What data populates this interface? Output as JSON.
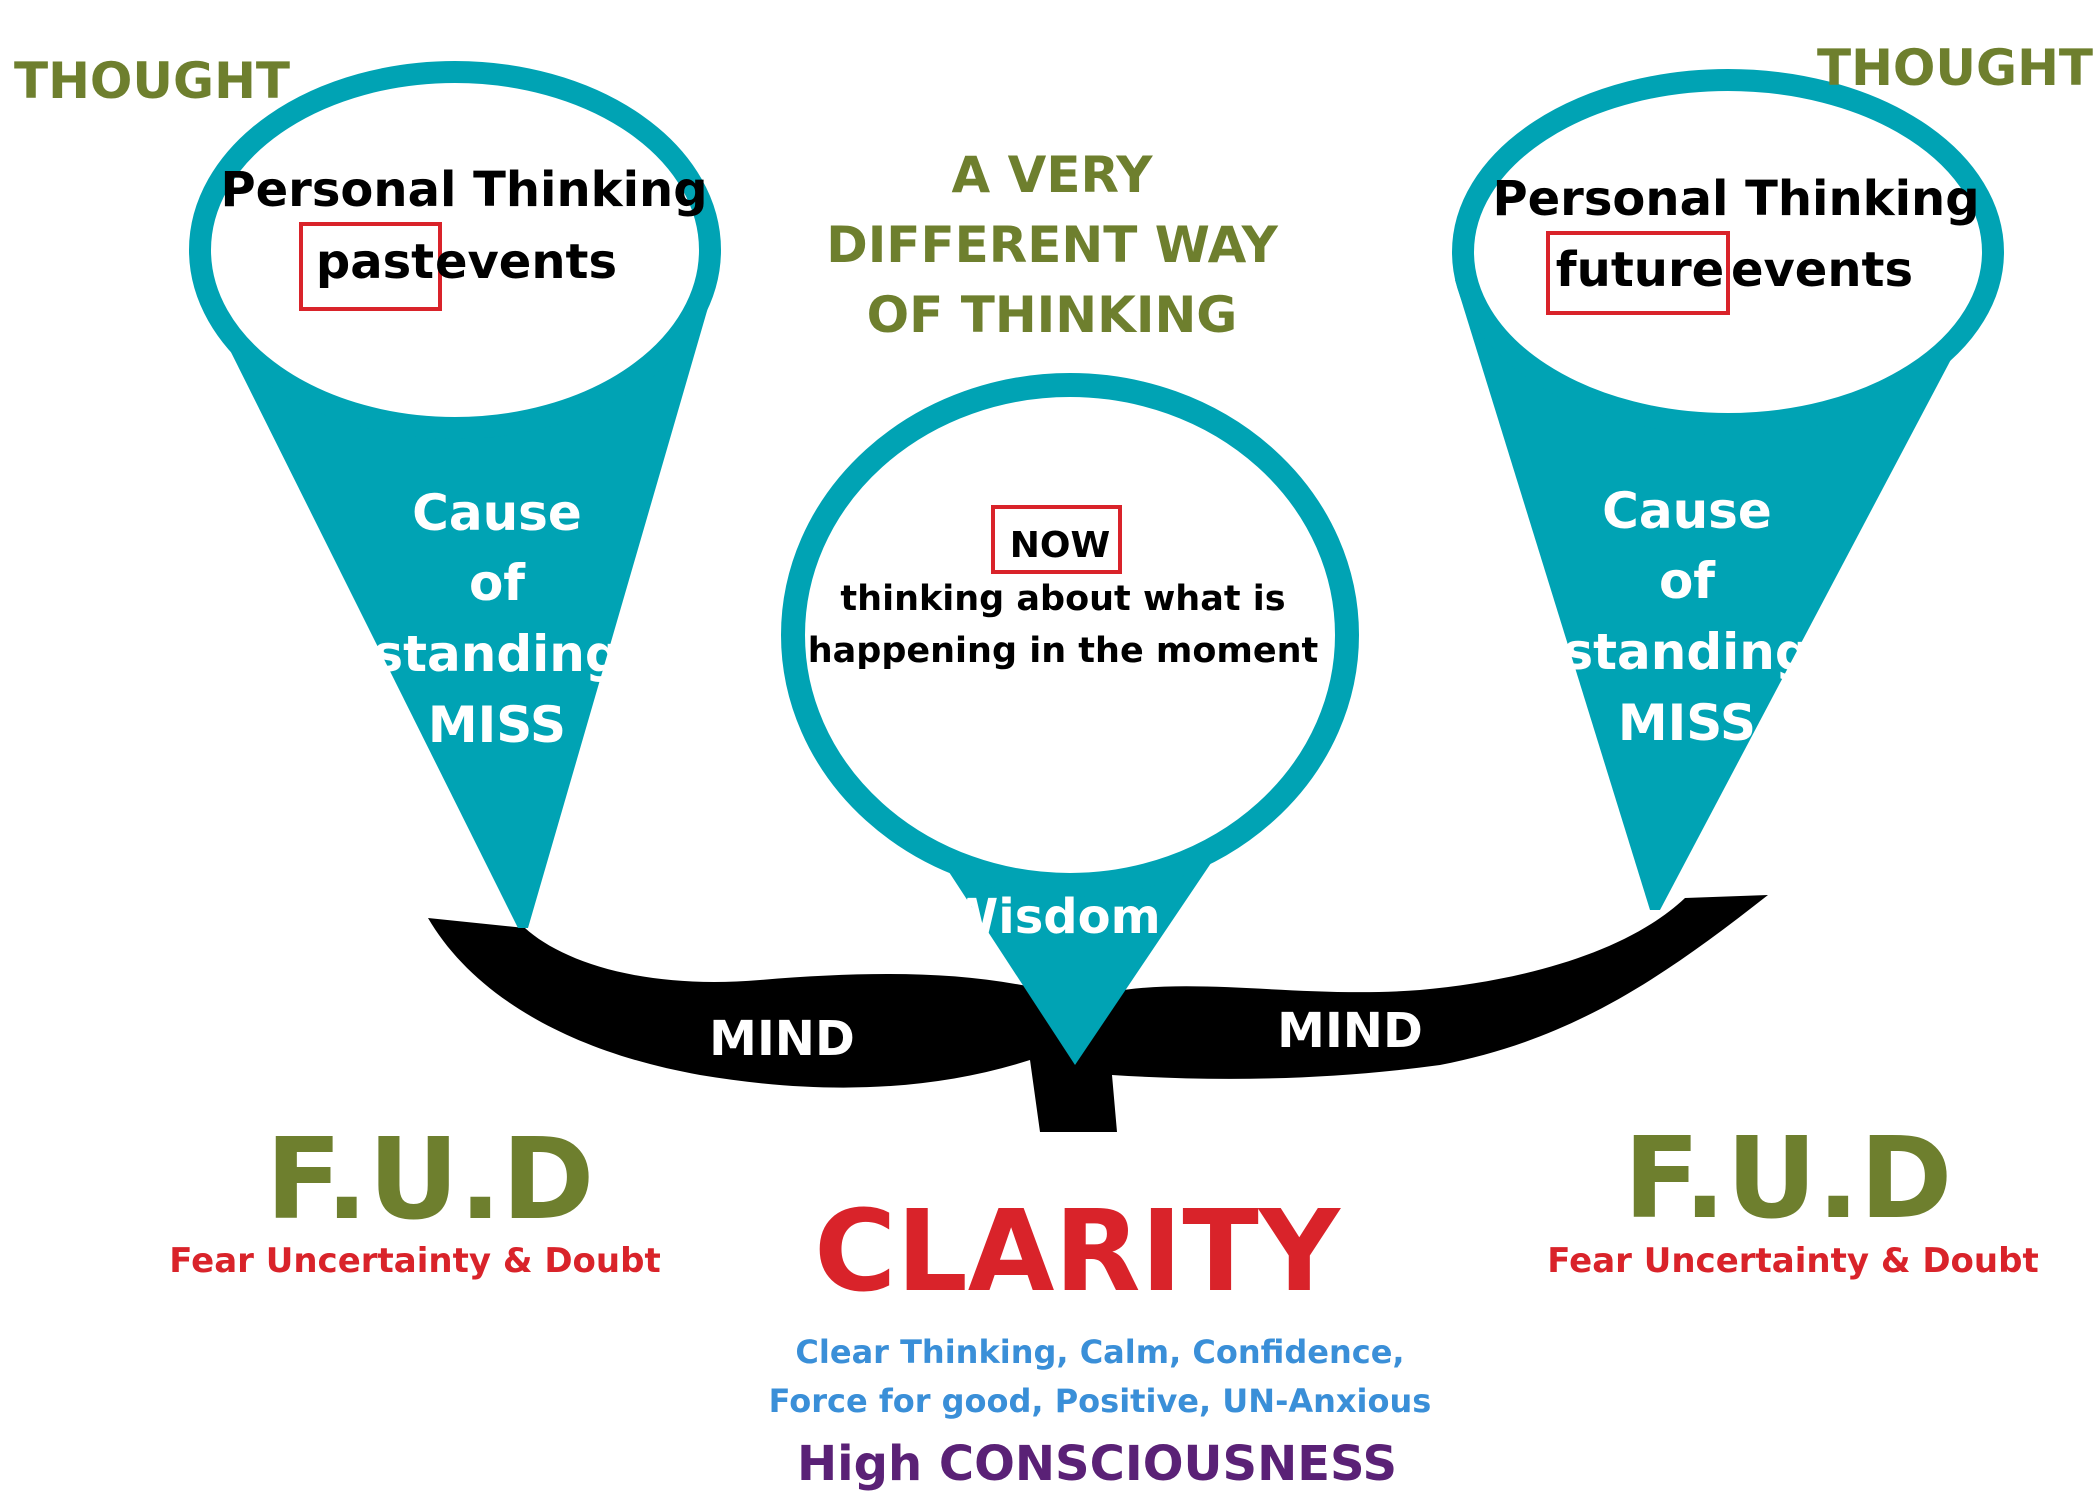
{
  "colors": {
    "teal": "#00a3b4",
    "olive": "#6e7f2e",
    "red": "#d9232a",
    "blue": "#3a8fd8",
    "purple": "#5a2176",
    "black": "#000000"
  },
  "left": {
    "thought": "THOUGHT",
    "bubble_line1": "Personal Thinking",
    "bubble_boxed": "past",
    "bubble_rest": "events",
    "cone_lines": [
      "Cause",
      "of",
      "standing",
      "MISS"
    ],
    "mind": "MIND",
    "fud": "F.U.D",
    "fud_sub": "Fear Uncertainty & Doubt"
  },
  "right": {
    "thought": "THOUGHT",
    "bubble_line1": "Personal Thinking",
    "bubble_boxed": "future",
    "bubble_rest": "events",
    "cone_lines": [
      "Cause",
      "of",
      "standing",
      "MISS"
    ],
    "mind": "MIND",
    "fud": "F.U.D",
    "fud_sub": "Fear Uncertainty & Doubt"
  },
  "center": {
    "heading": [
      "A VERY",
      "DIFFERENT WAY",
      "OF THINKING"
    ],
    "now": "NOW",
    "bubble_lines": [
      "thinking about what is",
      "happening in the moment"
    ],
    "wisdom": "Wisdom",
    "clarity": "CLARITY",
    "clarity_sub": [
      "Clear Thinking, Calm, Confidence,",
      "Force for good, Positive, UN-Anxious"
    ],
    "consciousness": "High CONSCIOUSNESS"
  }
}
